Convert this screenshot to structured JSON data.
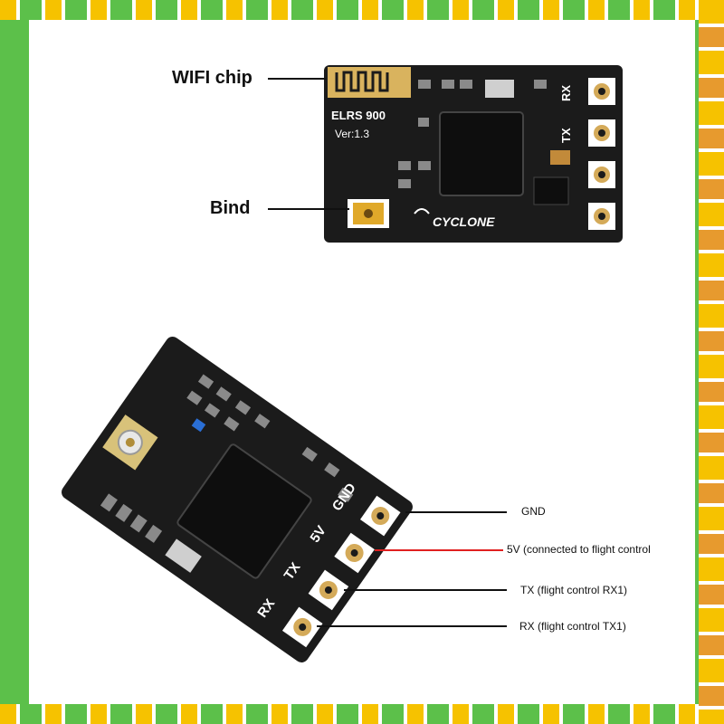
{
  "colors": {
    "frame_green": "#5cc04a",
    "stripe_yellow": "#f6c200",
    "stripe_orange": "#e79a2e",
    "pcb_black": "#1b1b1b",
    "pad_gold": "#d4aa59",
    "lead_red": "#e02020",
    "lead_black": "#111111"
  },
  "board_top": {
    "labels": {
      "wifi": "WIFI chip",
      "bind": "Bind"
    },
    "silk": {
      "model": "ELRS 900",
      "version": "Ver:1.3",
      "brand": "CYCLONE",
      "pin_rx": "RX",
      "pin_tx": "TX"
    }
  },
  "board_bottom": {
    "silk": {
      "gnd": "GND",
      "v5": "5V",
      "tx": "TX",
      "rx": "RX"
    },
    "labels": {
      "gnd": "GND",
      "v5": "5V (connected to flight control",
      "tx": "TX (flight control RX1)",
      "rx": "RX (flight control TX1)"
    }
  },
  "icons": [
    "wifi-antenna-icon",
    "bind-button-icon",
    "cyclone-logo-icon",
    "ufl-connector-icon"
  ]
}
